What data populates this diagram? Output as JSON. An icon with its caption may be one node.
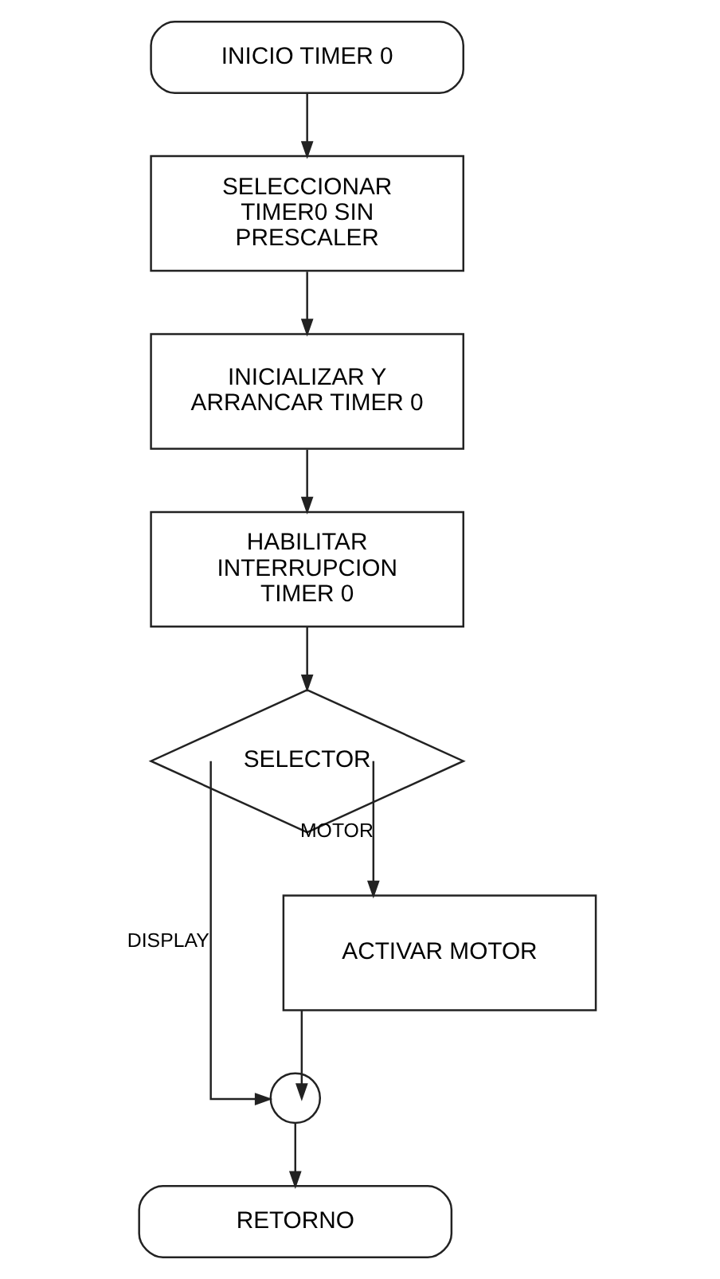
{
  "diagram": {
    "nodes": [
      {
        "text": [
          "INICIO TIMER 0"
        ]
      },
      {
        "text": [
          "SELECCIONAR TIMER0 SIN PRESCALER"
        ]
      },
      {
        "text": [
          "INICIALIZAR Y ARRANCAR TIMER 0"
        ]
      },
      {
        "text": [
          "HABILITAR INTERRUPCION TIMER 0"
        ]
      },
      {
        "text": [
          "SELECTOR"
        ]
      },
      {
        "text": [
          "ACTIVAR MOTOR"
        ]
      },
      {
        "text": [],
        "shape": "circle"
      },
      {
        "text": [
          "RETORNO"
        ]
      }
    ],
    "edges": [
      {
        "from": 0,
        "to": 1,
        "arrow": "to"
      },
      {
        "from": 1,
        "to": 2,
        "arrow": "to"
      },
      {
        "from": 2,
        "to": 3,
        "arrow": "to"
      },
      {
        "from": 3,
        "to": 4,
        "arrow": "to"
      },
      {
        "from": 4,
        "to": 6,
        "arrow": "to",
        "label": "DISPLAY"
      },
      {
        "from": 4,
        "to": 5,
        "arrow": "to",
        "label": "MOTOR"
      },
      {
        "from": 5,
        "to": 6,
        "arrow": "to"
      },
      {
        "from": 6,
        "to": 7,
        "arrow": "to"
      }
    ]
  }
}
